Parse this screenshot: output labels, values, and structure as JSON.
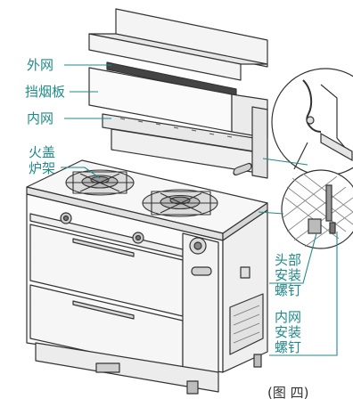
{
  "labels": {
    "outer_mesh": "外网",
    "baffle": "挡烟板",
    "inner_mesh": "内网",
    "fire_cover": "火盖",
    "burner_rack": "炉架",
    "head_screw": [
      "头部",
      "安装",
      "螺钉"
    ],
    "inner_mesh_screw": [
      "内网",
      "安装",
      "螺钉"
    ]
  },
  "caption": "(图 四)",
  "colors": {
    "callout": "#1f8a8a",
    "line": "#333333",
    "fill": "#f4f4f4",
    "shade": "#d9d9d9",
    "dark": "#8a8a8a"
  }
}
